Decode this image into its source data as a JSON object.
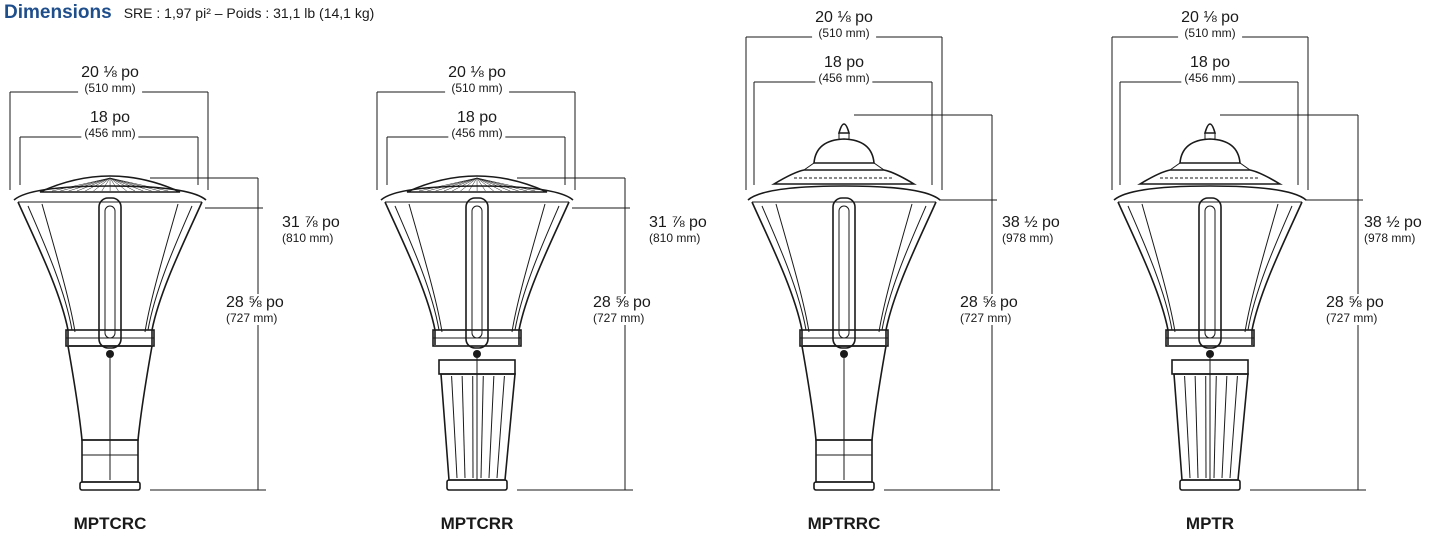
{
  "header": {
    "title": "Dimensions",
    "spec": "SRE : 1,97 pi² – Poids : 31,1 lb (14,1 kg)"
  },
  "colors": {
    "title": "#1f4e8c",
    "line": "#1a1a1a"
  },
  "fixtures": [
    {
      "model": "MPTCRC",
      "top_style": "dome",
      "base_style": "tapered",
      "outer_width": {
        "imperial": "20 ⅛ po",
        "metric": "(510 mm)"
      },
      "inner_width": {
        "imperial": "18 po",
        "metric": "(456 mm)"
      },
      "overall_height": {
        "imperial": "31 ⅞ po",
        "metric": "(810 mm)"
      },
      "body_height": {
        "imperial": "28 ⅝ po",
        "metric": "(727 mm)"
      }
    },
    {
      "model": "MPTCRR",
      "top_style": "dome",
      "base_style": "fluted",
      "outer_width": {
        "imperial": "20 ⅛ po",
        "metric": "(510 mm)"
      },
      "inner_width": {
        "imperial": "18 po",
        "metric": "(456 mm)"
      },
      "overall_height": {
        "imperial": "31 ⅞ po",
        "metric": "(810 mm)"
      },
      "body_height": {
        "imperial": "28 ⅝ po",
        "metric": "(727 mm)"
      }
    },
    {
      "model": "MPTRRC",
      "top_style": "finial",
      "base_style": "tapered",
      "outer_width": {
        "imperial": "20 ⅛ po",
        "metric": "(510 mm)"
      },
      "inner_width": {
        "imperial": "18 po",
        "metric": "(456 mm)"
      },
      "overall_height": {
        "imperial": "38 ½ po",
        "metric": "(978 mm)"
      },
      "body_height": {
        "imperial": "28 ⅝ po",
        "metric": "(727 mm)"
      }
    },
    {
      "model": "MPTR",
      "top_style": "finial",
      "base_style": "fluted",
      "outer_width": {
        "imperial": "20 ⅛ po",
        "metric": "(510 mm)"
      },
      "inner_width": {
        "imperial": "18 po",
        "metric": "(456 mm)"
      },
      "overall_height": {
        "imperial": "38 ½ po",
        "metric": "(978 mm)"
      },
      "body_height": {
        "imperial": "28 ⅝ po",
        "metric": "(727 mm)"
      }
    }
  ]
}
